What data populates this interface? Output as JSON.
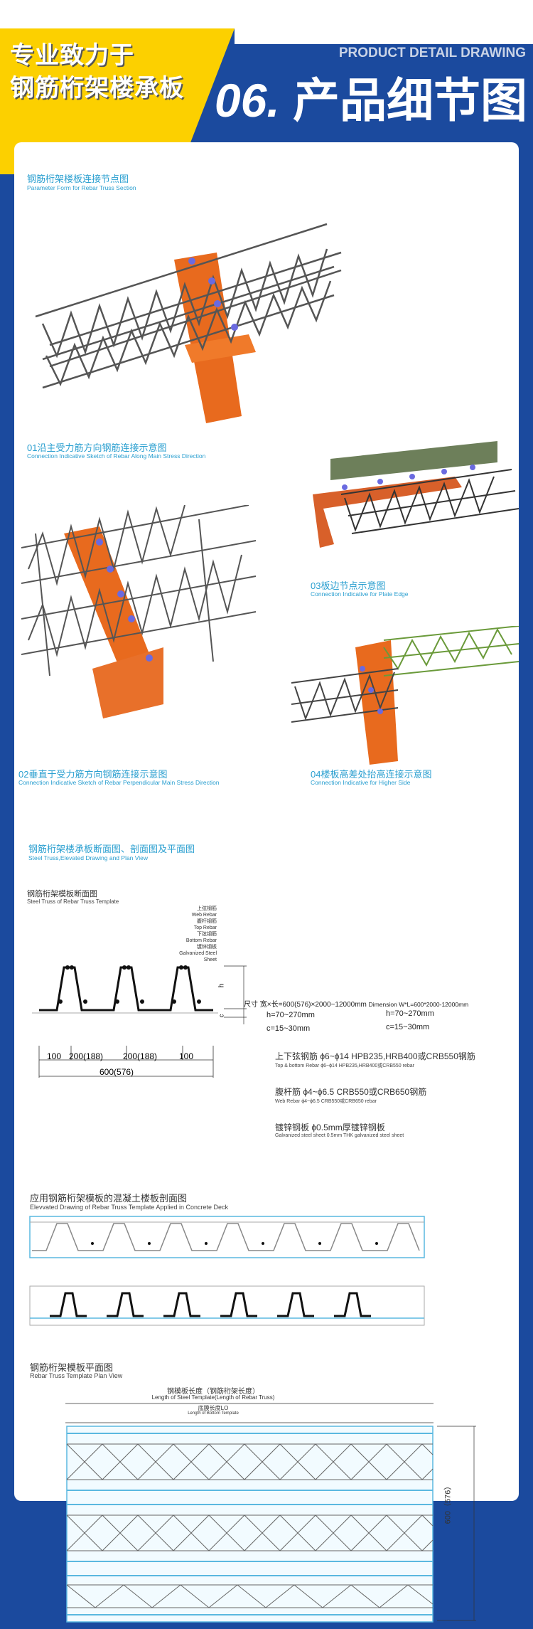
{
  "header": {
    "slogan_line1": "专业致力于",
    "slogan_line2": "钢筋桁架楼承板",
    "subtitle_en": "PRODUCT DETAIL DRAWING",
    "number": "06.",
    "title": "产品细节图"
  },
  "colors": {
    "blue": "#1b4a9e",
    "yellow": "#fcd000",
    "orange": "#e86a1e",
    "caption": "#2a9fd0"
  },
  "node": {
    "cn": "钢筋桁架楼板连接节点图",
    "en": "Parameter Form for Rebar Truss Section"
  },
  "fig01": {
    "cn": "01沿主受力筋方向钢筋连接示意图",
    "en": "Connection Indicative Sketch of Rebar  Along Main Stress Direction"
  },
  "fig02": {
    "cn": "02垂直于受力筋方向钢筋连接示意图",
    "en": "Connection Indicative Sketch of Rebar Perpendicular Main Stress Direction"
  },
  "fig03": {
    "cn": "03板边节点示意图",
    "en": "Connection Indicative for Plate Edge"
  },
  "fig04": {
    "cn": "04楼板高差处抬高连接示意图",
    "en": "Connection Indicative for Higher Side"
  },
  "section": {
    "cn": "钢筋桁架楼承板断面图、剖面图及平面图",
    "en": "Steel Truss,Elevated Drawing and Plan View"
  },
  "truss_section": {
    "cn": "钢筋桁架模板断面图",
    "en": "Steel Truss of Rebar Truss Template",
    "labels": [
      "上弦钢筋",
      "Web Rebar",
      "腹杆钢筋",
      "Top Rebar",
      "下弦钢筋",
      "Bottom Rebar",
      "镀锌钢板",
      "Galvanized Steel Sheet"
    ],
    "h": "h",
    "c": "c",
    "dims": [
      "100",
      "200(188)",
      "200(188)",
      "100"
    ],
    "total": "600(576)"
  },
  "specs": {
    "size_label": "尺寸",
    "size_cn": "宽×长=600(576)×2000~12000mm",
    "size_en": "Dimension W*L=600*2000-12000mm",
    "h": "h=70~270mm",
    "c": "c=15~30mm",
    "rebar_cn": "上下弦钢筋  ϕ6~ϕ14  HPB235,HRB400或CRB550钢筋",
    "rebar_en": "Top & bottom Rebar  ϕ6~ϕ14 HPB235,HRB400或CRB550 rebar",
    "web_cn": "腹杆筋  ϕ4~ϕ6.5  CRB550或CRB650钢筋",
    "web_en": "Web Rebar  ϕ4~ϕ6.5 CRB550或CRB650 rebar",
    "sheet_cn": "镀锌钢板  ϕ0.5mm厚镀锌钢板",
    "sheet_en": "Galvanized steel sheet 0.5mm THK galvanized steel sheet"
  },
  "deck": {
    "cn": "应用钢筋桁架模板的混凝土楼板剖面图",
    "en": "Elevvated Drawing of Rebar Truss Template Applied in Concrete Deck"
  },
  "plan": {
    "cn": "钢筋桁架模板平面图",
    "en": "Rebar Truss Template Plan View",
    "len_cn": "钢模板长度（钢筋桁架长度）",
    "len_en": "Length of Steel Template(Length of Rebar Truss)",
    "bottom_cn": "底膜长度LO",
    "bottom_en": "Length of Bottom Template",
    "width": "600（576）"
  }
}
